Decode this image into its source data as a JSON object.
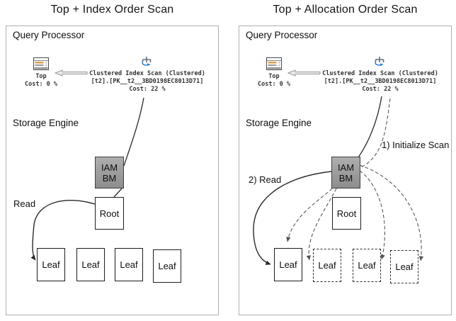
{
  "colors": {
    "panel_border": "#b0b0b0",
    "node_border": "#1c1c1c",
    "iam_fill_top": "#aeaeae",
    "iam_fill_bottom": "#8d8d8d",
    "iam_border": "#3f3f3f",
    "solid_line": "#2a2a2a",
    "dashed_line": "#5a5a5a",
    "plan_arrow_fill": "#ececec",
    "plan_arrow_stroke": "#999999",
    "icon_orange": "#dd9f4e",
    "icon_blue": "#2f7fd4"
  },
  "panels": [
    {
      "title": "Top + Index Order Scan",
      "processor_label": "Query Processor",
      "engine_label": "Storage Engine",
      "top_operator": {
        "label": "Top",
        "cost": "Cost: 0 %"
      },
      "scan_operator": {
        "name": "Clustered Index Scan (Clustered)",
        "object": "[t2].[PK__t2__3BD0198EC8013D71]",
        "cost": "Cost: 22 %"
      },
      "iam_node": {
        "line1": "IAM",
        "line2": "BM"
      },
      "root_label": "Root",
      "leaf_labels": [
        "Leaf",
        "Leaf",
        "Leaf",
        "Leaf"
      ],
      "read_label": "Read"
    },
    {
      "title": "Top + Allocation Order Scan",
      "processor_label": "Query Processor",
      "engine_label": "Storage Engine",
      "top_operator": {
        "label": "Top",
        "cost": "Cost: 0 %"
      },
      "scan_operator": {
        "name": "Clustered Index Scan (Clustered)",
        "object": "[t2].[PK__t2__3BD0198EC8013D71]",
        "cost": "Cost: 22 %"
      },
      "iam_node": {
        "line1": "IAM",
        "line2": "BM"
      },
      "root_label": "Root",
      "leaf_labels": [
        "Leaf",
        "Leaf",
        "Leaf",
        "Leaf"
      ],
      "read_label": "2) Read",
      "initialize_label": "1) Initialize Scan"
    }
  ]
}
